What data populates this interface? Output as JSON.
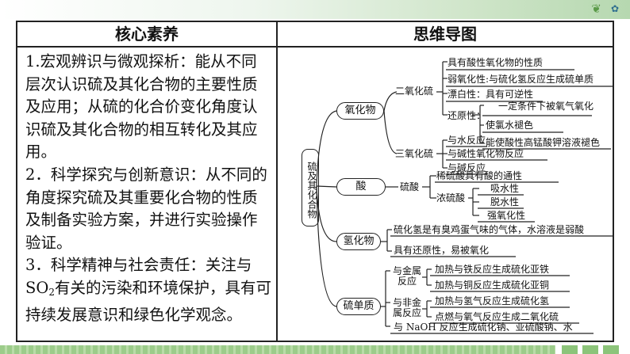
{
  "table": {
    "header_left": "核心素养",
    "header_right": "思维导图"
  },
  "literacy": {
    "p1": "1.宏观辨识与微观探析：能从不同层次认识硫及其化合物的主要性质及应用；从硫的化合价变化角度认识硫及其化合物的相互转化及其应用。",
    "p2": "2．科学探究与创新意识：从不同的角度探究硫及其重要化合物的性质及制备实验方案，并进行实验操作验证。",
    "p3_before": "3．科学精神与社会责任：关注与",
    "p3_formula_main": "SO",
    "p3_formula_sub": "2",
    "p3_after": "有关的污染和环境保护，具有可持续发展意识和绿色化学观念。"
  },
  "mindmap": {
    "root": "硫及其化合物",
    "oxides": {
      "label": "氧化物",
      "so2": {
        "label": "二氧化硫",
        "acidic": "具有酸性氧化物的性质",
        "weak_ox": "弱氧化性:与硫化氢反应生成硫单质",
        "bleach": "漂白性：具有可逆性",
        "reducing": "还原性：",
        "red1": "一定条件下被氧气氧化",
        "red2": "使氯水褪色",
        "red3": "能使酸性高锰酸钾溶液褪色"
      },
      "so3": {
        "label": "三氧化硫",
        "a": "与水反应",
        "b": "与碱性氧化物反应",
        "c": "与碱反应"
      }
    },
    "acid": {
      "label": "酸",
      "h2so4": "硫酸",
      "dilute": "稀硫酸具有酸的通性",
      "conc": "浓硫酸",
      "p1": "吸水性",
      "p2": "脱水性",
      "p3": "强氧化性"
    },
    "hydride": {
      "label": "氢化物",
      "line1": "硫化氢是有臭鸡蛋气味的气体，水溶液是弱酸",
      "line2": "具有还原性，易被氧化"
    },
    "sulfur": {
      "label": "硫单质",
      "metal": "与金属反应",
      "m1": "加热与铁反应生成硫化亚铁",
      "m2": "加热与铜反应生成硫化亚铜",
      "nonmetal": "与非金属反应",
      "n1": "加热与氢气反应生成硫化氢",
      "n2": "点燃与氧气反应生成二氧化硫",
      "naoh": "与 NaOH 反应生成硫化钠、亚硫酸钠、水"
    }
  }
}
